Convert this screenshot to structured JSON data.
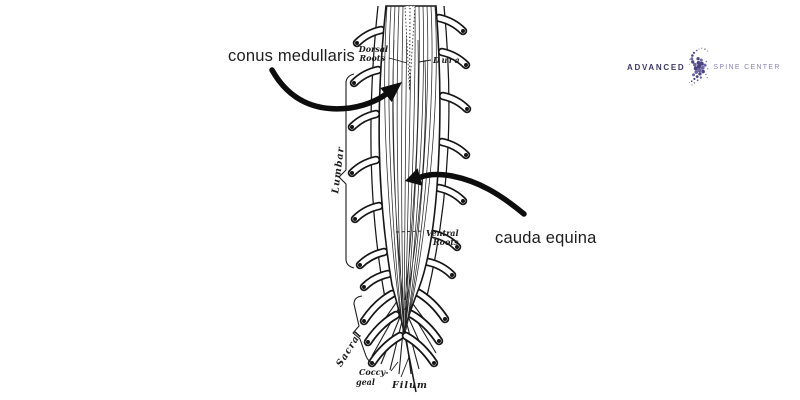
{
  "page": {
    "background": "#ffffff"
  },
  "annotations": {
    "conus_medullaris": {
      "label": "conus medullaris"
    },
    "cauda_equina": {
      "label": "cauda equina"
    }
  },
  "diagram": {
    "description": "vintage engraving of lower spinal cord, conus medullaris and cauda equina",
    "ink_color": "#1b1b1b",
    "labels": {
      "dorsal_roots": [
        "Dorsal",
        "Roots"
      ],
      "dura": "Dura",
      "lumbar": "Lumbar",
      "ventral_roots": [
        "Ventral",
        "Roots"
      ],
      "sacral": "Sacral",
      "coccygeal": [
        "Coccy-",
        "geal"
      ],
      "filum": "Filum"
    }
  },
  "arrows": {
    "color": "#0d0d0d",
    "count": 2
  },
  "logo": {
    "word1": "ADVANCED",
    "word2": "SPINE CENTER",
    "word1_color": "#3e3969",
    "word2_color": "#8a84b8",
    "icon_colors": [
      "#4a4382",
      "#6b64a0",
      "#8d87bb"
    ]
  }
}
